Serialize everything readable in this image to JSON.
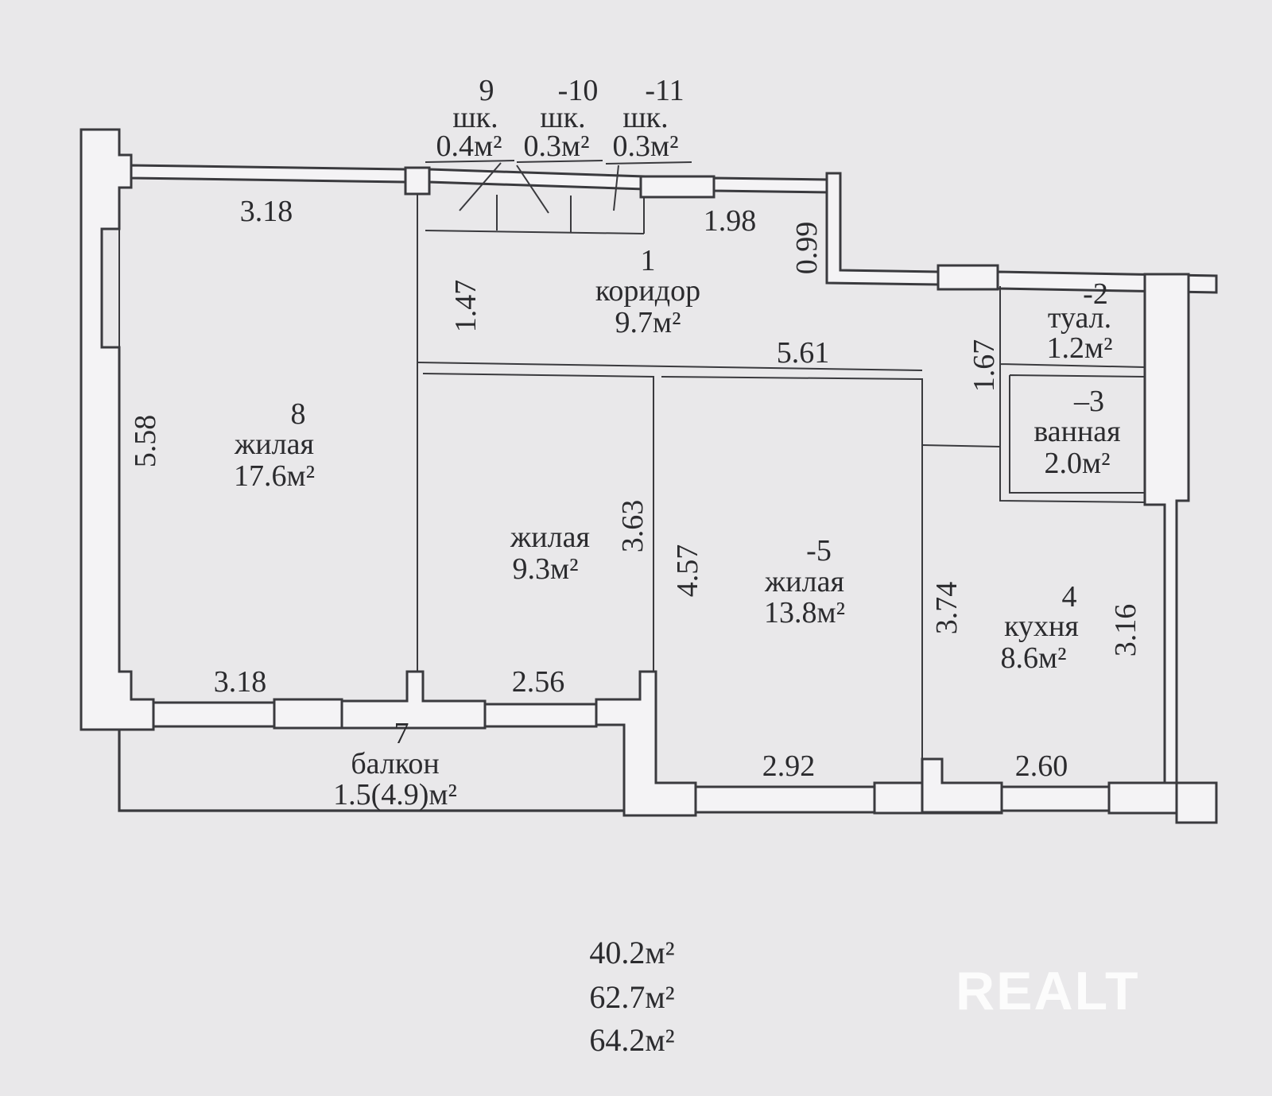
{
  "rooms": {
    "corridor": {
      "number": "1",
      "name": "коридор",
      "area": "9.7м²"
    },
    "toilet": {
      "number": "-2",
      "name": "туал.",
      "area": "1.2м²"
    },
    "bath": {
      "number": "–3",
      "name": "ванная",
      "area": "2.0м²"
    },
    "kitchen": {
      "number": "4",
      "name": "кухня",
      "area": "8.6м²"
    },
    "living5": {
      "number": "-5",
      "name": "жилая",
      "area": "13.8м²"
    },
    "living6": {
      "name": "жилая",
      "area": "9.3м²"
    },
    "balcony": {
      "number": "7",
      "name": "балкон",
      "area": "1.5(4.9)м²"
    },
    "living8": {
      "number": "8",
      "name": "жилая",
      "area": "17.6м²"
    },
    "closet9": {
      "number": "9",
      "name": "шк.",
      "area": "0.4м²"
    },
    "closet10": {
      "number": "-10",
      "name": "шк.",
      "area": "0.3м²"
    },
    "closet11": {
      "number": "-11",
      "name": "шк.",
      "area": "0.3м²"
    }
  },
  "dimensions": {
    "top_left": "3.18",
    "left_height": "5.58",
    "bottom_left": "3.18",
    "corridor_height": "1.47",
    "corridor_top": "1.98",
    "corridor_step": "0.99",
    "corridor_bottom": "5.61",
    "toilet_height": "1.67",
    "room6_height": "3.63",
    "room6_bottom": "2.56",
    "room5_height": "4.57",
    "room5_bottom": "2.92",
    "kitchen_left": "3.74",
    "kitchen_right": "3.16",
    "kitchen_bottom": "2.60"
  },
  "totals": {
    "living": "40.2м²",
    "total": "62.7м²",
    "total_with_balcony": "64.2м²"
  },
  "watermark": "REALT",
  "colors": {
    "paper": "#e9e8ea",
    "ink": "#2b2b2e",
    "watermark": "#ffffff"
  }
}
